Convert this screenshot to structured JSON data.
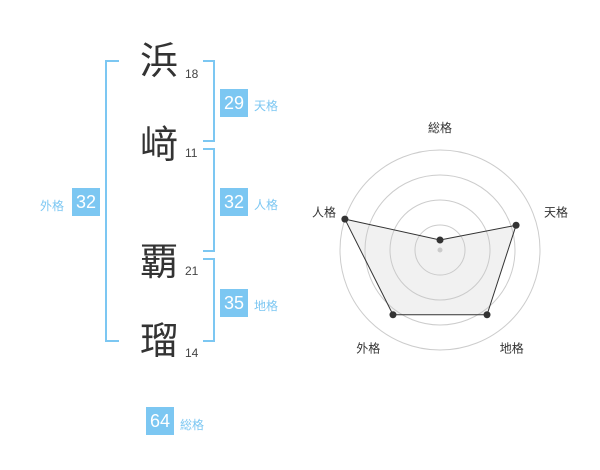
{
  "name": {
    "chars": [
      {
        "char": "浜",
        "strokes": "18"
      },
      {
        "char": "﨑",
        "strokes": "11"
      },
      {
        "char": "覇",
        "strokes": "21"
      },
      {
        "char": "瑠",
        "strokes": "14"
      }
    ]
  },
  "kakusu": {
    "tenkaku": {
      "value": "29",
      "label": "天格"
    },
    "jinkaku": {
      "value": "32",
      "label": "人格"
    },
    "chikaku": {
      "value": "35",
      "label": "地格"
    },
    "gaikaku": {
      "value": "32",
      "label": "外格"
    },
    "soukaku": {
      "value": "64",
      "label": "総格"
    }
  },
  "colors": {
    "accent": "#7cc7f2",
    "text": "#333333"
  },
  "chart_data": {
    "type": "radar",
    "axes": [
      "総格",
      "天格",
      "地格",
      "外格",
      "人格"
    ],
    "values": [
      0.1,
      0.8,
      0.8,
      0.8,
      1.0
    ],
    "rings": 4
  }
}
